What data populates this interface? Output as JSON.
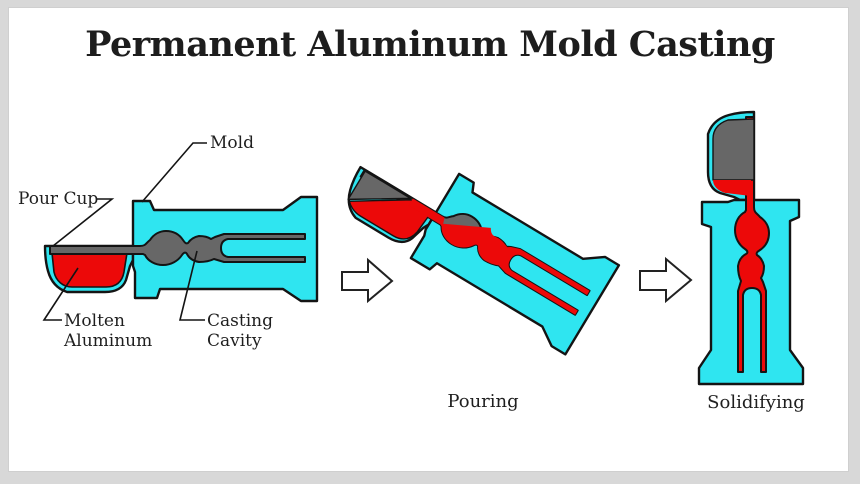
{
  "title": "Permanent Aluminum Mold Casting",
  "diagram": {
    "part_labels": {
      "mold": "Mold",
      "pour_cup": "Pour Cup",
      "molten_aluminum": "Molten Aluminum",
      "casting_cavity": "Casting Cavity"
    },
    "stage_captions": {
      "pouring": "Pouring",
      "solidifying": "Solidifying"
    }
  },
  "colors": {
    "mold_cyan": "#2fe5f0",
    "molten_red": "#ec0909",
    "core_gray": "#676767",
    "outline": "#141414",
    "arrow_fill": "#ffffff",
    "card_background": "#ffffff",
    "frame_background": "#d8d8d8",
    "text": "#1d1d1d"
  }
}
